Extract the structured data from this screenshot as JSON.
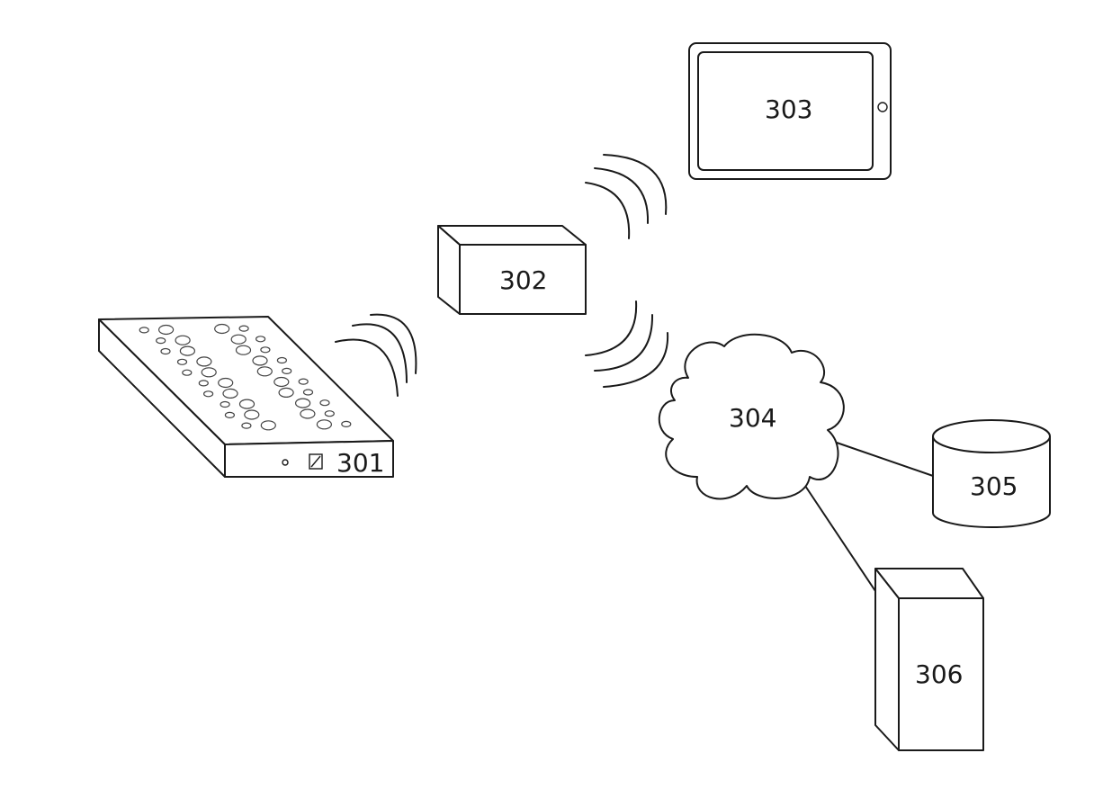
{
  "labels": {
    "device_301": "301",
    "box_302": "302",
    "tablet_303": "303",
    "cloud_304": "304",
    "database_305": "305",
    "server_306": "306"
  },
  "icons": {
    "device_301": "perforated-device-icon",
    "box_302": "box-icon",
    "tablet_303": "tablet-icon",
    "cloud_304": "cloud-network-icon",
    "database_305": "database-cylinder-icon",
    "server_306": "server-tower-icon",
    "wireless": "wireless-signal-icon"
  },
  "stroke_color": "#1a1a1a",
  "background_color": "#ffffff"
}
